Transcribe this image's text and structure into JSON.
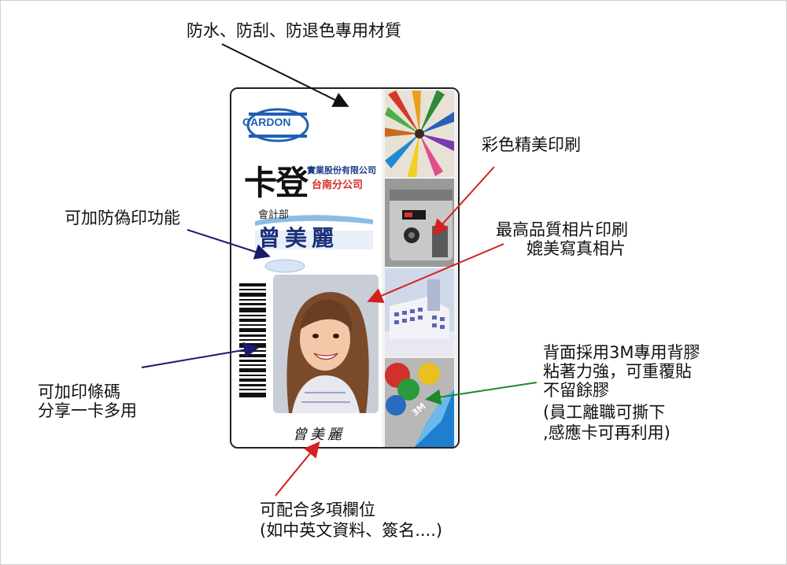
{
  "labels": {
    "material": "防水、防刮、防退色專用材質",
    "color_print": "彩色精美印刷",
    "photo_print_1": "最高品質相片印刷",
    "photo_print_2": "媲美寫真相片",
    "anti_fake": "可加防偽印功能",
    "barcode_1": "可加印條碼",
    "barcode_2": "分享一卡多用",
    "backing_1": "背面採用3M專用背膠",
    "backing_2": "粘著力強，可重覆貼",
    "backing_3": "不留餘膠",
    "backing_4": "(員工離職可撕下",
    "backing_5": ",感應卡可再利用)",
    "fields_1": "可配合多項欄位",
    "fields_2": "(如中英文資料、簽名....)"
  },
  "card": {
    "logo": "CARDON",
    "brand": "卡登",
    "company": "實業股份有限公司",
    "branch": "台南分公司",
    "department": "會計部",
    "name": "曾美麗",
    "signature": "曾美麗",
    "sticker": "3M"
  },
  "colors": {
    "arrow_black": "#111111",
    "arrow_red": "#d42020",
    "arrow_navy": "#1a1a6e",
    "arrow_green": "#1a8a2a",
    "brand_blue": "#1f5fb3",
    "branch_red": "#d62c2c"
  }
}
